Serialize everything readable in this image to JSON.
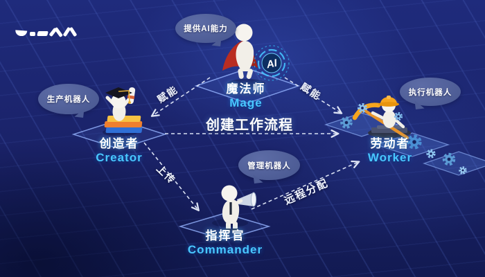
{
  "nodes": {
    "mage": {
      "zh": "魔法师",
      "en": "Mage",
      "bubble": "提供AI能力",
      "badge": "AI"
    },
    "creator": {
      "zh": "创造者",
      "en": "Creator",
      "bubble": "生产机器人"
    },
    "worker": {
      "zh": "劳动者",
      "en": "Worker",
      "bubble": "执行机器人"
    },
    "commander": {
      "zh": "指挥官",
      "en": "Commander",
      "bubble": "管理机器人"
    }
  },
  "edges": {
    "mage_to_creator": {
      "label": "赋能"
    },
    "mage_to_worker": {
      "label": "赋能"
    },
    "creator_to_worker": {
      "label": "创建工作流程"
    },
    "creator_to_commander": {
      "label": "上传"
    },
    "commander_to_worker": {
      "label": "远程分配"
    }
  },
  "colors": {
    "background": "#1a2268",
    "grid_line": "#3a4a9c",
    "bubble": "#4e5d96",
    "accent_cyan": "#49c7ff",
    "platform_stroke": "#87a5f2",
    "cape_red": "#b92d21",
    "helmet_orange": "#f6a51e",
    "gear_blue": "#5b9bd5",
    "ai_ring": "#3fc0f5"
  }
}
